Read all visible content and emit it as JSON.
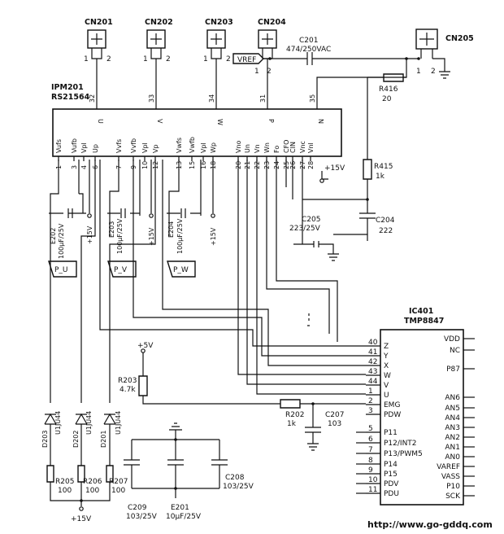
{
  "connectors": [
    {
      "id": "CN201",
      "p1": "1",
      "p2": "2"
    },
    {
      "id": "CN202",
      "p1": "1",
      "p2": "2"
    },
    {
      "id": "CN203",
      "p1": "1",
      "p2": "2"
    },
    {
      "id": "CN204",
      "p1": "1",
      "p2": "2"
    },
    {
      "id": "CN205",
      "p1": "1",
      "p2": "2"
    }
  ],
  "vref_label": "VREF",
  "c201": {
    "ref": "C201",
    "value": "474/250VAC"
  },
  "r416": {
    "ref": "R416",
    "value": "20"
  },
  "r415": {
    "ref": "R415",
    "value": "1k"
  },
  "ipm": {
    "ref": "IPM201",
    "part": "RS21564",
    "top_pin_numbers": [
      "32",
      "33",
      "34",
      "31",
      "35"
    ],
    "top_pin_names": [
      "U",
      "V",
      "W",
      "P",
      "N"
    ],
    "bottom_pins": [
      {
        "name": "Vufs",
        "num": "1"
      },
      {
        "name": "Vufb",
        "num": "3"
      },
      {
        "name": "Vpl",
        "num": "4"
      },
      {
        "name": "Up",
        "num": "6"
      },
      {
        "name": "Vvfs",
        "num": "7"
      },
      {
        "name": "Vvfb",
        "num": "9"
      },
      {
        "name": "Vpl",
        "num": "10"
      },
      {
        "name": "Vp",
        "num": "12"
      },
      {
        "name": "Vwfs",
        "num": "13"
      },
      {
        "name": "Vwfb",
        "num": "15"
      },
      {
        "name": "Vpl",
        "num": "16"
      },
      {
        "name": "Wp",
        "num": "18"
      },
      {
        "name": "Vno",
        "num": "20"
      },
      {
        "name": "Un",
        "num": "21"
      },
      {
        "name": "Vn",
        "num": "22"
      },
      {
        "name": "Wn",
        "num": "23"
      },
      {
        "name": "Fo",
        "num": "24"
      },
      {
        "name": "CFO",
        "num": "25"
      },
      {
        "name": "CIN",
        "num": "26"
      },
      {
        "name": "Vnc",
        "num": "27"
      },
      {
        "name": "Vnl",
        "num": "28"
      }
    ]
  },
  "plus15v": "+15V",
  "plus5v": "+5V",
  "e202": {
    "ref": "E202",
    "value": "100µF/25V",
    "tag": "P_U"
  },
  "e203": {
    "ref": "E203",
    "value": "100µF/25V",
    "tag": "P_V"
  },
  "e204": {
    "ref": "E204",
    "value": "100µF/25V",
    "tag": "P_W"
  },
  "c205": {
    "ref": "C205",
    "value": "223/25V"
  },
  "c204": {
    "ref": "C204",
    "value": "222"
  },
  "ic": {
    "ref": "IC401",
    "part": "TMP8847",
    "left_pins": [
      {
        "name": "Z",
        "num": "40"
      },
      {
        "name": "Y",
        "num": "41"
      },
      {
        "name": "X",
        "num": "42"
      },
      {
        "name": "W",
        "num": "43"
      },
      {
        "name": "V",
        "num": "44"
      },
      {
        "name": "U",
        "num": "1"
      },
      {
        "name": "EMG",
        "num": "2"
      },
      {
        "name": "PDW",
        "num": "3"
      },
      {
        "name": "P11",
        "num": "5"
      },
      {
        "name": "P12/INT2",
        "num": "6"
      },
      {
        "name": "P13/PWM5",
        "num": "7"
      },
      {
        "name": "P14",
        "num": "8"
      },
      {
        "name": "P15",
        "num": "9"
      },
      {
        "name": "PDV",
        "num": "10"
      },
      {
        "name": "PDU",
        "num": "11"
      }
    ],
    "right_pins": [
      "VDD",
      "NC",
      "P87",
      "AN6",
      "AN5",
      "AN4",
      "AN3",
      "AN2",
      "AN1",
      "AN0",
      "VAREF",
      "VASS",
      "P10",
      "SCK"
    ]
  },
  "r203": {
    "ref": "R203",
    "value": "4.7k"
  },
  "r202": {
    "ref": "R202",
    "value": "1k"
  },
  "c207": {
    "ref": "C207",
    "value": "103"
  },
  "diodes": [
    {
      "ref": "D203",
      "part": "U1JU44"
    },
    {
      "ref": "D202",
      "part": "U1JU44"
    },
    {
      "ref": "D201",
      "part": "U1JU44"
    }
  ],
  "resistors_bottom": [
    {
      "ref": "R205",
      "value": "100"
    },
    {
      "ref": "R206",
      "value": "100"
    },
    {
      "ref": "R207",
      "value": "100"
    }
  ],
  "c209": {
    "ref": "C209",
    "value": "103/25V"
  },
  "e201": {
    "ref": "E201",
    "value": "10µF/25V"
  },
  "c208": {
    "ref": "C208",
    "value": "103/25V"
  },
  "watermark": "http://www.go-gddq.com"
}
